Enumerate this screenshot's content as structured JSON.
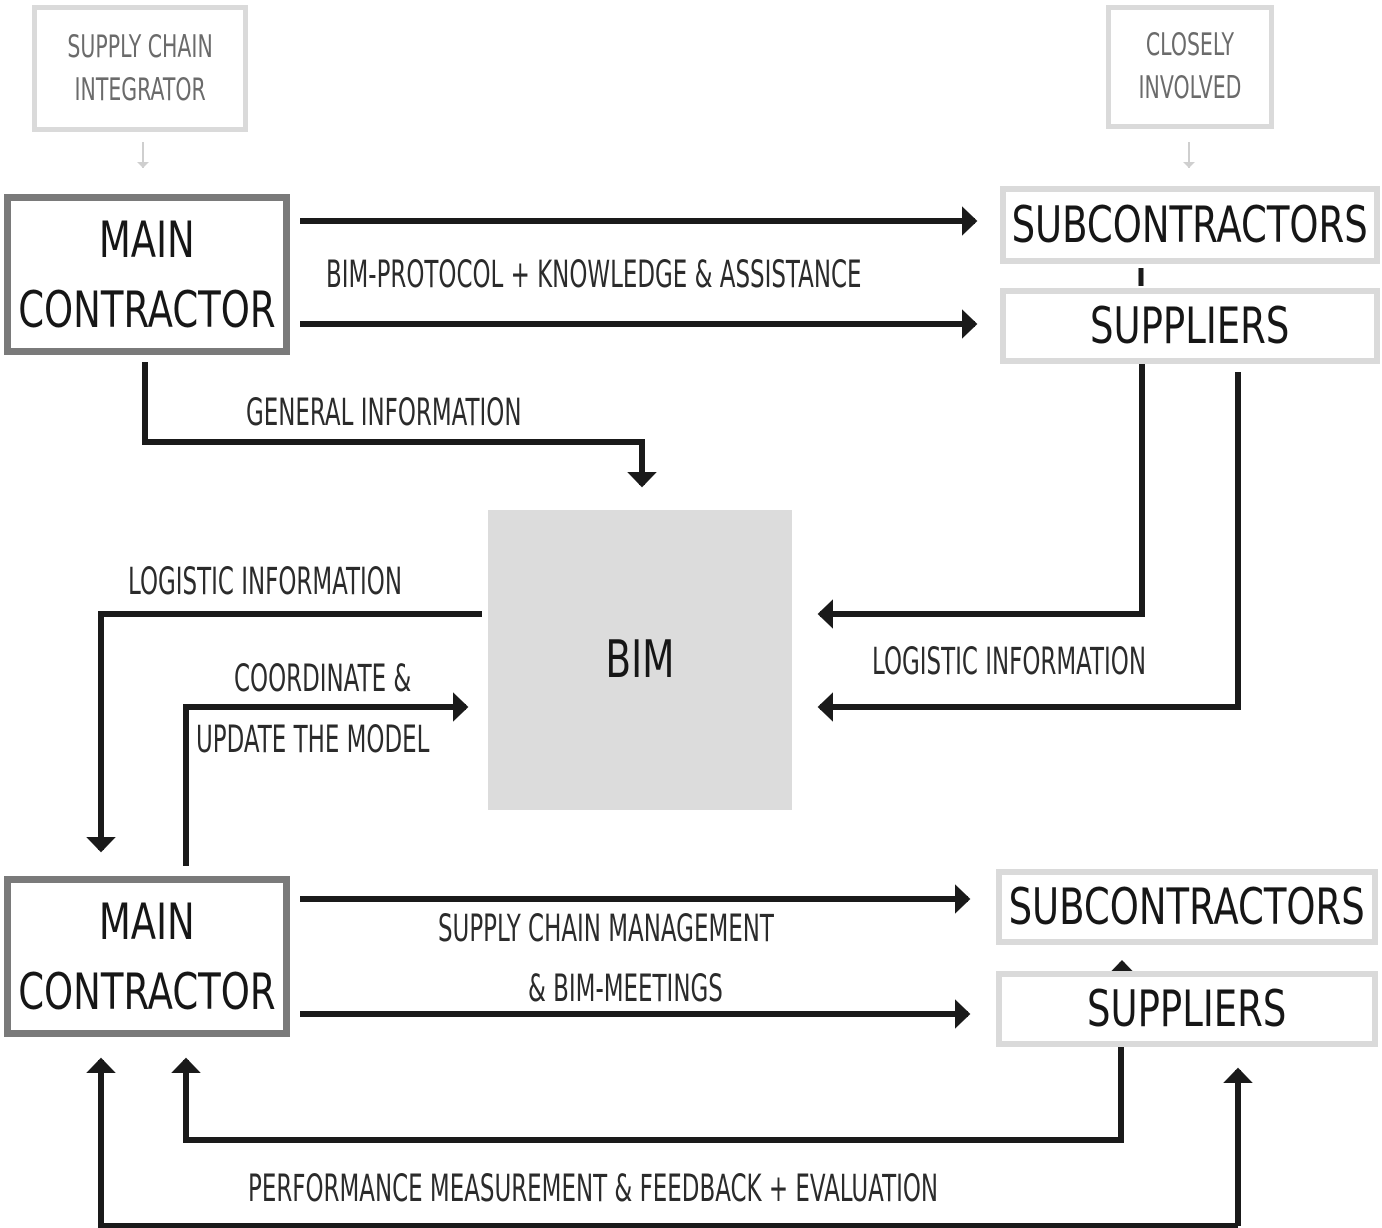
{
  "tags": {
    "integrator": [
      "SUPPLY CHAIN",
      "INTEGRATOR"
    ],
    "involved": [
      "CLOSELY",
      "INVOLVED"
    ]
  },
  "top": {
    "main_contractor": [
      "MAIN",
      "CONTRACTOR"
    ],
    "subcontractors": "SUBCONTRACTORS",
    "suppliers": "SUPPLIERS",
    "protocol_label": "BIM-PROTOCOL + KNOWLEDGE & ASSISTANCE",
    "general_info_label": "GENERAL INFORMATION"
  },
  "bim": {
    "label": "BIM",
    "logistic_left": "LOGISTIC INFORMATION",
    "coordinate": [
      "COORDINATE &",
      "UPDATE THE MODEL"
    ],
    "logistic_right": "LOGISTIC INFORMATION"
  },
  "bottom": {
    "main_contractor": [
      "MAIN",
      "CONTRACTOR"
    ],
    "subcontractors": "SUBCONTRACTORS",
    "suppliers": "SUPPLIERS",
    "scm_label": [
      "SUPPLY CHAIN MANAGEMENT",
      "& BIM-MEETINGS"
    ],
    "feedback_label": "PERFORMANCE MEASUREMENT & FEEDBACK + EVALUATION"
  },
  "colors": {
    "arrow": "#1a1a1a",
    "tag_border": "#dadada",
    "main_border": "#7a7a7a",
    "bim_fill": "#dcdcdc"
  }
}
